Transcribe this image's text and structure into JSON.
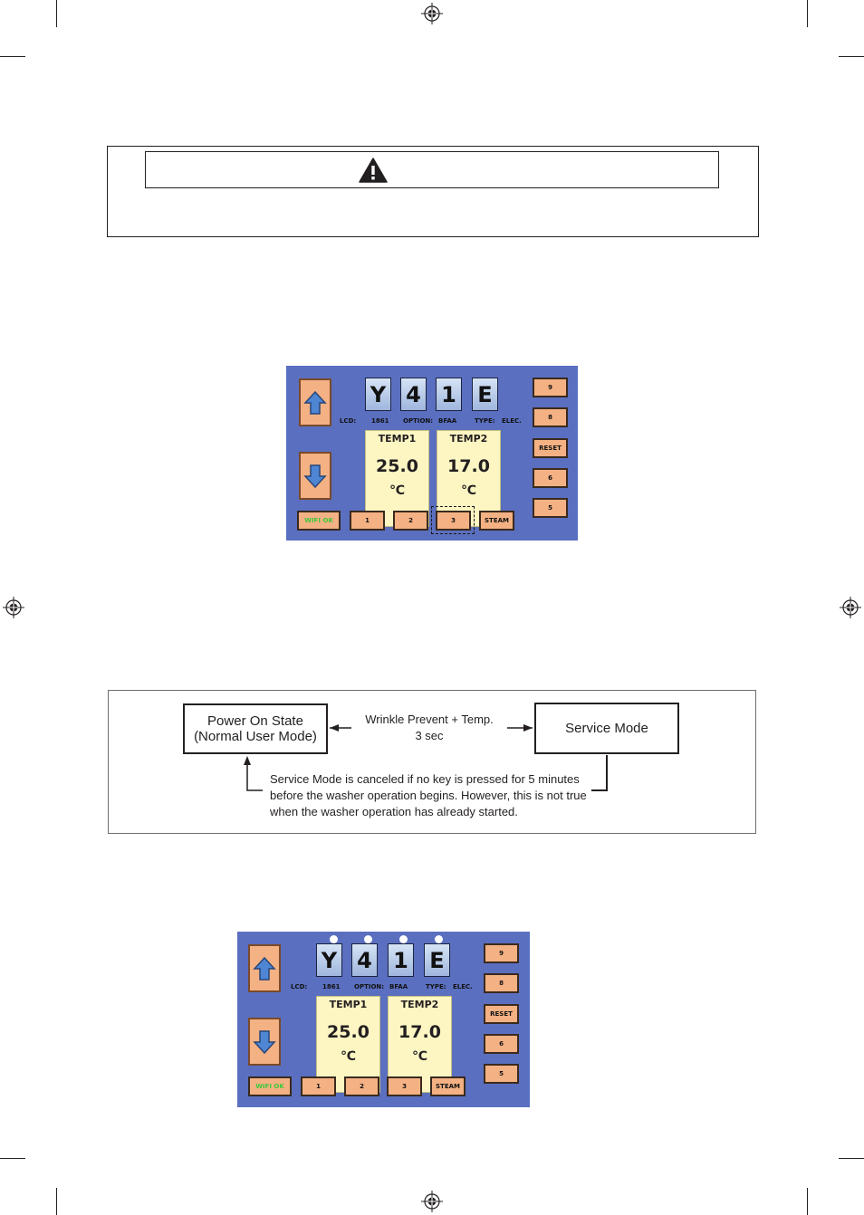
{
  "caution": {
    "icon": "warning-triangle-icon"
  },
  "panel": {
    "digits": [
      "Y",
      "4",
      "1",
      "E"
    ],
    "info": {
      "lcd_label": "LCD:",
      "lcd_value": "1861",
      "option_label": "OPTION:",
      "option_value": "BFAA",
      "type_label": "TYPE:",
      "type_value": "ELEC."
    },
    "temp1": {
      "label": "TEMP1",
      "value": "25.0",
      "unit": "℃"
    },
    "temp2": {
      "label": "TEMP2",
      "value": "17.0",
      "unit": "℃"
    },
    "bottom_keys": [
      "WIFI OK",
      "1",
      "2",
      "3",
      "STEAM"
    ],
    "side_keys": [
      "9",
      "8",
      "RESET",
      "6",
      "5"
    ],
    "up_icon": "arrow-up-icon",
    "down_icon": "arrow-down-icon",
    "wifi_color": "#3cc93c",
    "panel_color": "#5a6fbf",
    "key_color": "#f4b183",
    "display_color": "#fdf6c3"
  },
  "flow": {
    "power_on_line1": "Power On State",
    "power_on_line2": "(Normal User Mode)",
    "action_line1": "Wrinkle Prevent + Temp.",
    "action_line2": "3 sec",
    "service_mode": "Service Mode",
    "note_line1": "Service Mode is canceled if no key is pressed for 5 minutes",
    "note_line2": "before the washer operation begins. However, this is not true",
    "note_line3": "when the washer operation has already started."
  }
}
